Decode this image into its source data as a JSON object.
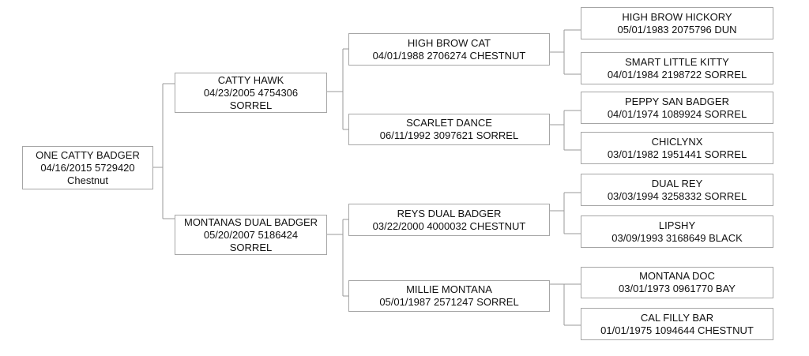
{
  "pedigree": {
    "subject": {
      "name": "ONE CATTY BADGER",
      "details": "04/16/2015 5729420",
      "color": "Chestnut"
    },
    "sire": {
      "name": "CATTY HAWK",
      "details": "04/23/2005 4754306",
      "color": "SORREL"
    },
    "dam": {
      "name": "MONTANAS DUAL BADGER",
      "details": "05/20/2007 5186424",
      "color": "SORREL"
    },
    "sire_sire": {
      "name": "HIGH BROW CAT",
      "details": "04/01/1988 2706274 CHESTNUT"
    },
    "sire_dam": {
      "name": "SCARLET DANCE",
      "details": "06/11/1992 3097621 SORREL"
    },
    "dam_sire": {
      "name": "REYS DUAL BADGER",
      "details": "03/22/2000 4000032 CHESTNUT"
    },
    "dam_dam": {
      "name": "MILLIE MONTANA",
      "details": "05/01/1987 2571247 SORREL"
    },
    "ggp1": {
      "name": "HIGH BROW HICKORY",
      "details": "05/01/1983 2075796 DUN"
    },
    "ggp2": {
      "name": "SMART LITTLE KITTY",
      "details": "04/01/1984 2198722 SORREL"
    },
    "ggp3": {
      "name": "PEPPY SAN BADGER",
      "details": "04/01/1974 1089924 SORREL"
    },
    "ggp4": {
      "name": "CHICLYNX",
      "details": "03/01/1982 1951441 SORREL"
    },
    "ggp5": {
      "name": "DUAL REY",
      "details": "03/03/1994 3258332 SORREL"
    },
    "ggp6": {
      "name": "LIPSHY",
      "details": "03/09/1993 3168649 BLACK"
    },
    "ggp7": {
      "name": "MONTANA DOC",
      "details": "03/01/1973 0961770 BAY"
    },
    "ggp8": {
      "name": "CAL FILLY BAR",
      "details": "01/01/1975 1094644 CHESTNUT"
    }
  }
}
